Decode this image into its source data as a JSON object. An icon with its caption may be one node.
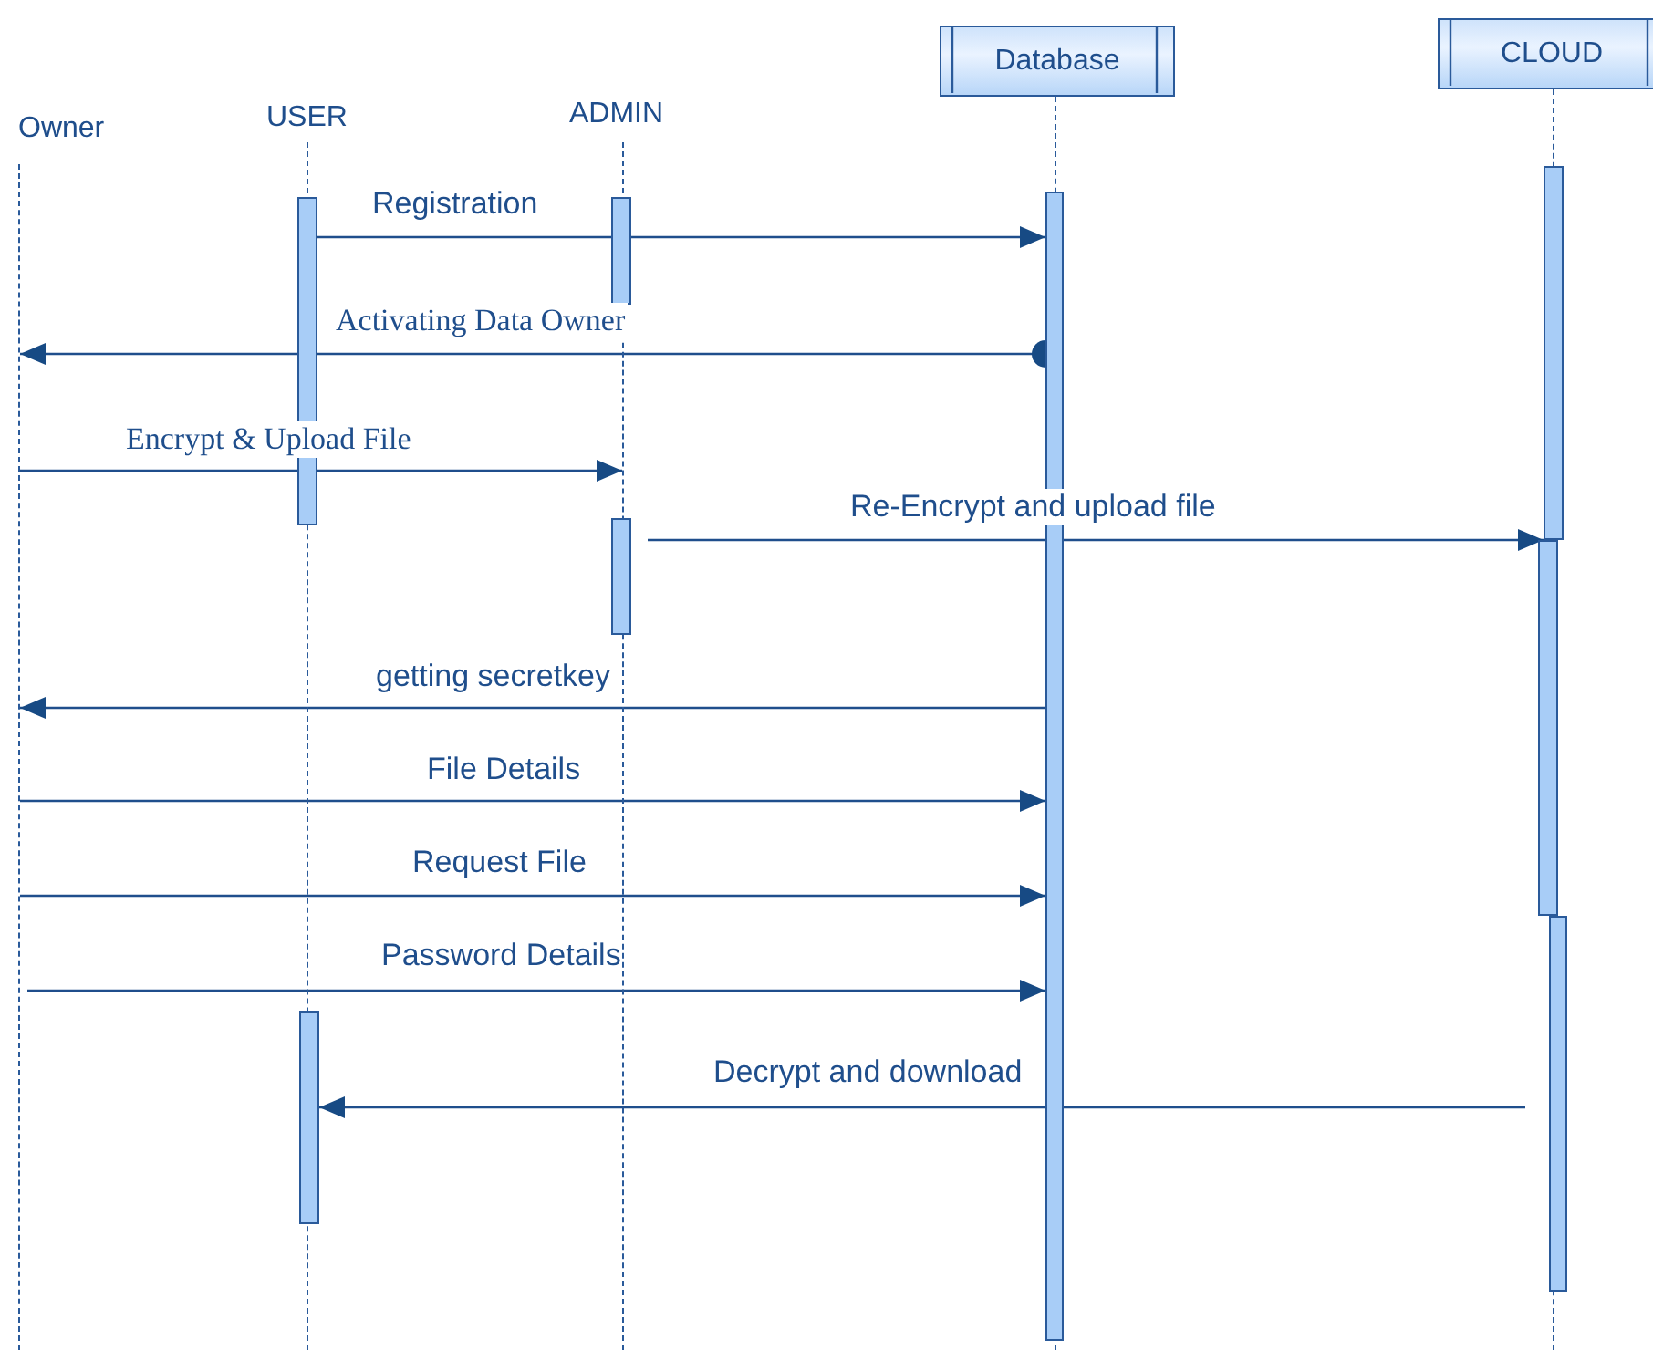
{
  "diagram": {
    "nodes": [
      {
        "text": [
          "Owner"
        ]
      },
      {
        "text": [
          "USER"
        ]
      },
      {
        "text": [
          "ADMIN"
        ]
      },
      {
        "text": [
          "Database"
        ]
      },
      {
        "text": [
          "CLOUD"
        ]
      },
      {
        "text": [],
        "shape": "line"
      },
      {
        "text": [],
        "shape": "line"
      },
      {
        "text": [],
        "shape": "line"
      },
      {
        "text": [],
        "shape": "line"
      },
      {
        "text": [],
        "shape": "line"
      },
      {
        "text": [],
        "shape": "bar"
      },
      {
        "text": [],
        "shape": "bar"
      },
      {
        "text": [],
        "shape": "bar"
      },
      {
        "text": [],
        "shape": "bar"
      },
      {
        "text": [],
        "shape": "bar"
      },
      {
        "text": [],
        "shape": "bar"
      },
      {
        "text": [],
        "shape": "bar"
      },
      {
        "text": [],
        "shape": "bar"
      }
    ],
    "edges": [
      {
        "from": 10,
        "to": 12,
        "arrow": "to",
        "label": "Registration"
      },
      {
        "from": 12,
        "to": 5,
        "arrow": "to",
        "label": "Activating Data Owner"
      },
      {
        "from": 5,
        "to": 7,
        "arrow": "to",
        "label": "Encrypt & Upload File"
      },
      {
        "from": 14,
        "to": 13,
        "arrow": "to",
        "label": "Re-Encrypt and upload file"
      },
      {
        "from": 12,
        "to": 5,
        "arrow": "to",
        "label": "getting secretkey"
      },
      {
        "from": 5,
        "to": 12,
        "arrow": "to",
        "label": "File Details"
      },
      {
        "from": 5,
        "to": 12,
        "arrow": "to",
        "label": "Request File"
      },
      {
        "from": 5,
        "to": 12,
        "arrow": "to",
        "label": "Password Details"
      },
      {
        "from": 16,
        "to": 17,
        "arrow": "to",
        "label": "Decrypt and download"
      }
    ]
  }
}
